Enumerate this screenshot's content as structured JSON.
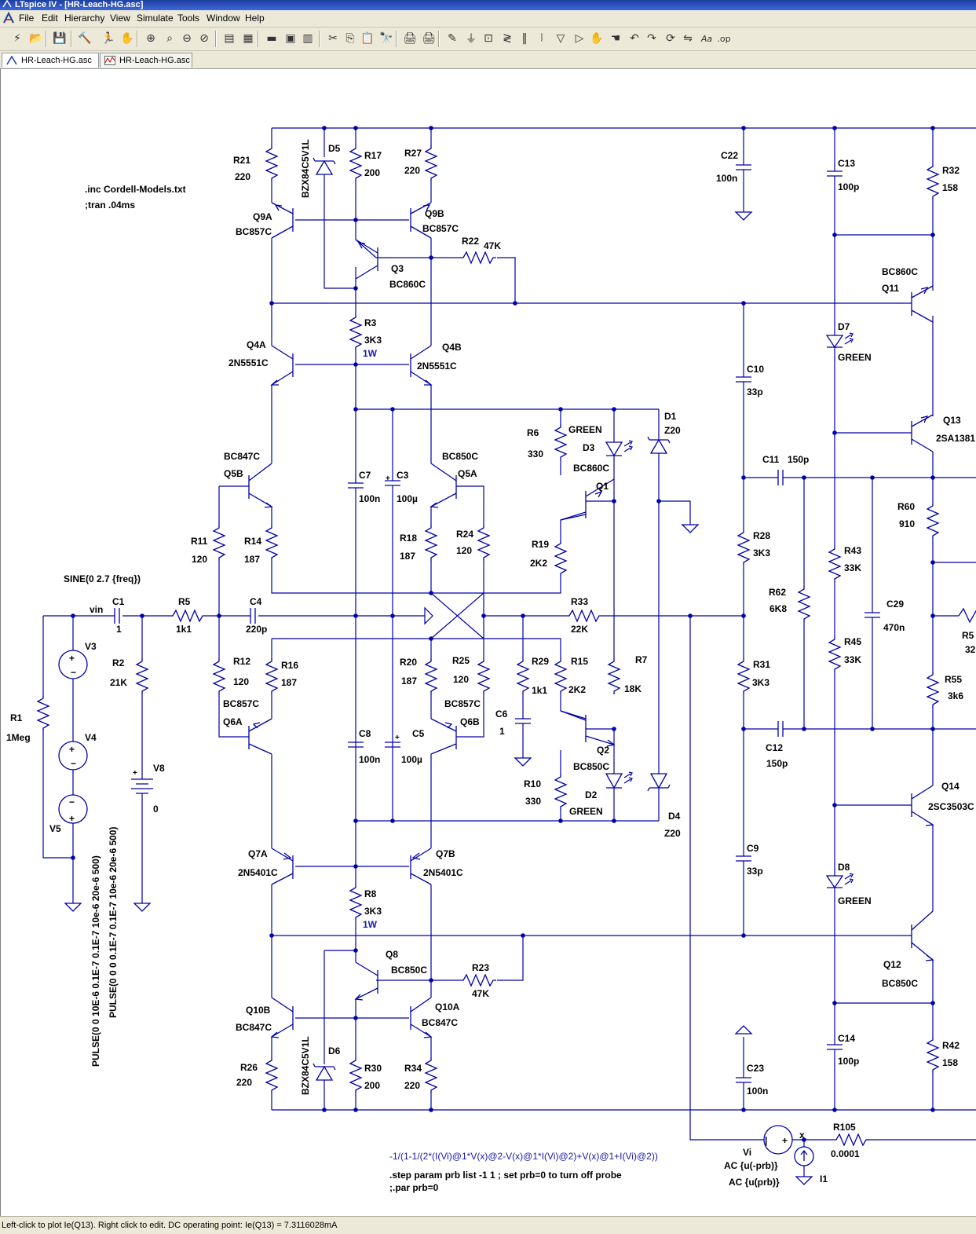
{
  "window": {
    "title": "LTspice IV - [HR-Leach-HG.asc]"
  },
  "menu": [
    "File",
    "Edit",
    "Hierarchy",
    "View",
    "Simulate",
    "Tools",
    "Window",
    "Help"
  ],
  "tabs": [
    {
      "label": "HR-Leach-HG.asc",
      "icon": "schematic-icon"
    },
    {
      "label": "HR-Leach-HG.asc",
      "icon": "waveform-icon"
    }
  ],
  "toolbar": [
    "run-icon",
    "open-icon",
    "save-icon",
    "control-panel-icon",
    "run-simulation-icon",
    "halt-icon",
    "zoom-in-icon",
    "zoom-pan-icon",
    "zoom-out-icon",
    "zoom-fit-icon",
    "autorange-icon",
    "waveform-panel-icon",
    "tile-horizontal-icon",
    "cascade-icon",
    "tile-vertical-icon",
    "cut-icon",
    "copy-icon",
    "paste-icon",
    "find-icon",
    "print-setup-icon",
    "print-icon",
    "wire-icon",
    "ground-icon",
    "label-icon",
    "resistor-icon",
    "capacitor-icon",
    "inductor-icon",
    "diode-icon",
    "component-icon",
    "move-icon",
    "drag-icon",
    "undo-icon",
    "redo-icon",
    "rotate-icon",
    "mirror-icon",
    "text-icon",
    "spice-directive-icon"
  ],
  "schematic": {
    "directives": {
      "inc": ".inc Cordell-Models.txt",
      "tran": ";tran .04ms",
      "expr": "-1/(1-1/(2*(I(Vi)@1*V(x)@2-V(x)@1*I(Vi)@2)+V(x)@1+I(Vi)@2))",
      "step": ".step param prb list -1 1 ; set prb=0 to turn off probe",
      "par": ";.par prb=0",
      "sine": "SINE(0 2.7 {freq})",
      "pulse1": "PULSE(0 0 10E-6 0.1E-7 0.1E-7 10e-6 20e-6 500)",
      "pulse2": "PULSE(0 0 0 0.1E-7 0.1E-7 10e-6 20e-6 500)",
      "vi_ac1": "AC {u(-prb)}",
      "vi_ac2": "AC {u(prb)}",
      "x_label": "x",
      "vin_label": "vin"
    },
    "labels": {
      "R21": "R21",
      "R21v": "220",
      "D5": "D5",
      "BZX1": "BZX84C5V1L",
      "R17": "R17",
      "R17v": "200",
      "R27": "R27",
      "R27v": "220",
      "Q9A": "Q9A",
      "Q9Av": "BC857C",
      "Q9B": "Q9B",
      "Q9Bv": "BC857C",
      "R22": "R22",
      "R22v": "47K",
      "Q3": "Q3",
      "Q3v": "BC860C",
      "R3": "R3",
      "R3v": "3K3",
      "R3p": "1W",
      "Q4A": "Q4A",
      "Q4Av": "2N5551C",
      "Q4B": "Q4B",
      "Q4Bv": "2N5551C",
      "C22": "C22",
      "C22v": "100n",
      "C13": "C13",
      "C13v": "100p",
      "R32": "R32",
      "R32v": "158",
      "BC860C11": "BC860C",
      "Q11": "Q11",
      "D7": "D7",
      "D7v": "GREEN",
      "C10": "C10",
      "C10v": "33p",
      "D1": "D1",
      "D1v": "Z20",
      "R6": "R6",
      "R6v": "330",
      "D3g": "GREEN",
      "D3": "D3",
      "D3q": "BC860C",
      "Q1": "Q1",
      "Q13": "Q13",
      "Q13v": "2SA1381",
      "BC847C5": "BC847C",
      "Q5B": "Q5B",
      "BC850C5": "BC850C",
      "Q5A": "Q5A",
      "C7": "C7",
      "C7v": "100n",
      "C3": "C3",
      "C3v": "100µ",
      "C11": "C11",
      "C11v": "150p",
      "R11": "R11",
      "R11v": "120",
      "R14": "R14",
      "R14v": "187",
      "R18": "R18",
      "R18v": "187",
      "R24": "R24",
      "R24v": "120",
      "R19": "R19",
      "R19v": "2K2",
      "R60": "R60",
      "R60v": "910",
      "R28": "R28",
      "R28v": "3K3",
      "R43": "R43",
      "R43v": "33K",
      "C1": "C1",
      "C1v": "1",
      "R5": "R5",
      "R5v": "1k1",
      "C4": "C4",
      "C4v": "220p",
      "R33": "R33",
      "R33v": "22K",
      "R62": "R62",
      "R62v": "6K8",
      "C29": "C29",
      "C29v": "470n",
      "R57": "R5",
      "R57v": "32",
      "V3": "V3",
      "R2": "R2",
      "R2v": "21K",
      "R12": "R12",
      "R12v": "120",
      "R16": "R16",
      "R16v": "187",
      "R20": "R20",
      "R20v": "187",
      "R25": "R25",
      "R25v": "120",
      "R29": "R29",
      "R29v": "1k1",
      "R15": "R15",
      "R15v": "2K2",
      "R7": "R7",
      "R7v": "18K",
      "R45": "R45",
      "R45v": "33K",
      "R31": "R31",
      "R31v": "3K3",
      "R55": "R55",
      "R55v": "3k6",
      "R1": "R1",
      "R1v": "1Meg",
      "V4": "V4",
      "BC857C6": "BC857C",
      "Q6A": "Q6A",
      "BC857C6b": "BC857C",
      "Q6B": "Q6B",
      "C6": "C6",
      "C6v": "1",
      "Q2": "Q2",
      "Q2v": "BC850C",
      "C12": "C12",
      "C12v": "150p",
      "C8": "C8",
      "C8v": "100n",
      "C5": "C5",
      "C5v": "100µ",
      "V8": "V8",
      "V8v": "0",
      "R10": "R10",
      "R10v": "330",
      "D2": "D2",
      "D2v": "GREEN",
      "D4": "D4",
      "D4v": "Z20",
      "V5": "V5",
      "Q14": "Q14",
      "Q14v": "2SC3503C",
      "Q7A": "Q7A",
      "Q7Av": "2N5401C",
      "Q7B": "Q7B",
      "Q7Bv": "2N5401C",
      "C9": "C9",
      "C9v": "33p",
      "D8": "D8",
      "D8v": "GREEN",
      "R8": "R8",
      "R8v": "3K3",
      "R8p": "1W",
      "Q8": "Q8",
      "Q8v": "BC850C",
      "R23": "R23",
      "R23v": "47K",
      "Q12": "Q12",
      "Q12v": "BC850C",
      "Q10B": "Q10B",
      "Q10Bv": "BC847C",
      "Q10A": "Q10A",
      "Q10Av": "BC847C",
      "D6": "D6",
      "BZX2": "BZX84C5V1L",
      "R26": "R26",
      "R26v": "220",
      "R30": "R30",
      "R30v": "200",
      "R34": "R34",
      "R34v": "220",
      "C23": "C23",
      "C23v": "100n",
      "C14": "C14",
      "C14v": "100p",
      "R42": "R42",
      "R42v": "158",
      "Vi": "Vi",
      "I1": "I1",
      "R105": "R105",
      "R105v": "0.0001"
    }
  },
  "status": "Left-click to plot Ie(Q13).  Right click to edit.  DC operating point: Ie(Q13) = 7.3116028mA",
  "colors": {
    "wire": "#0000a8",
    "title": "#1e3f9e",
    "chrome": "#ece9d8"
  }
}
